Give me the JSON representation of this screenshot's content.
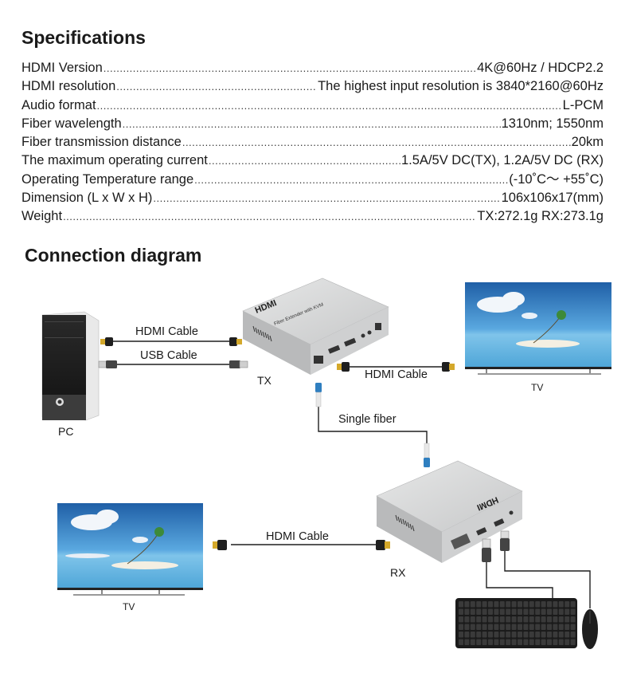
{
  "specifications": {
    "title": "Specifications",
    "rows": [
      {
        "label": "HDMI Version",
        "value": "4K@60Hz / HDCP2.2"
      },
      {
        "label": "HDMI resolution",
        "value": "The highest input resolution is 3840*2160@60Hz"
      },
      {
        "label": "Audio format",
        "value": "L-PCM"
      },
      {
        "label": "Fiber wavelength",
        "value": "1310nm; 1550nm"
      },
      {
        "label": "Fiber transmission distance",
        "value": "20km"
      },
      {
        "label": "The maximum operating current",
        "value": "1.5A/5V DC(TX), 1.2A/5V DC (RX)"
      },
      {
        "label": "Operating Temperature range",
        "value": "(-10˚C〜 +55˚C)"
      },
      {
        "label": "Dimension (L x W x H)",
        "value": "106x106x17(mm)"
      },
      {
        "label": "Weight",
        "value": "TX:272.1g RX:273.1g"
      }
    ]
  },
  "diagram": {
    "title": "Connection diagram",
    "devices": {
      "pc": "PC",
      "tx": "TX",
      "rx": "RX",
      "tv_top": "TV",
      "tv_bottom": "TV"
    },
    "device_print": {
      "logo": "HDMI",
      "product": "Fiber Extender with KVM"
    },
    "cables": {
      "pc_hdmi": "HDMI Cable",
      "pc_usb": "USB Cable",
      "tx_tv_hdmi": "HDMI Cable",
      "fiber": "Single fiber",
      "rx_tv_hdmi": "HDMI Cable"
    },
    "colors": {
      "device_body": "#c9cacb",
      "device_top": "#dcdddd",
      "cable": "#1f1f1f",
      "hdmi_gold": "#d4a82a",
      "fiber_blue": "#2f7fc0",
      "tv_sky": "#2a6bb0"
    }
  }
}
